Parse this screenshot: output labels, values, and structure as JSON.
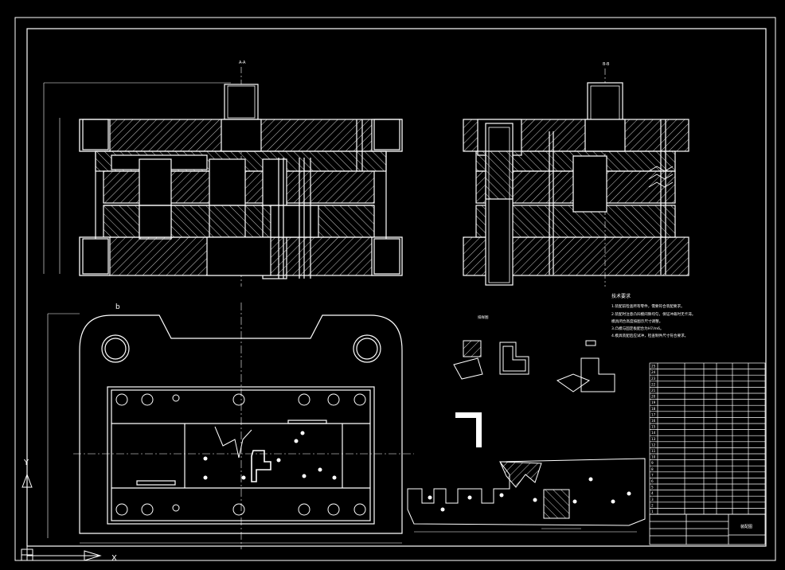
{
  "theme": {
    "background": "#000000",
    "line": "#ffffff",
    "hatch": "#ffffff"
  },
  "views": {
    "front": {
      "label": "A-A"
    },
    "side": {
      "label": "B-B"
    }
  },
  "plan": {
    "marker": "b"
  },
  "notes": {
    "heading": "技术要求",
    "lines": [
      "1.装配前检查所有零件，需要符合装配要求。",
      "2.装配时注意凸凹模间隙均匀，保证冲裁时无卡滞。",
      "   模具闭合高度按图示尺寸调整。",
      "3.凸模与固定板配合为H7/m6。",
      "4.模具装配后应试冲，检查制件尺寸符合要求。"
    ]
  },
  "strip_layout": {
    "label": "排样图"
  },
  "bom": {
    "rows": [
      "1",
      "2",
      "3",
      "4",
      "5",
      "6",
      "7",
      "8",
      "9",
      "10",
      "11",
      "12",
      "13",
      "14",
      "15",
      "16",
      "17",
      "18",
      "19",
      "20",
      "21",
      "22",
      "23",
      "24",
      "25"
    ]
  },
  "title_block": {
    "title": "装配图"
  },
  "ucs": {
    "y": "Y",
    "x": "X"
  }
}
